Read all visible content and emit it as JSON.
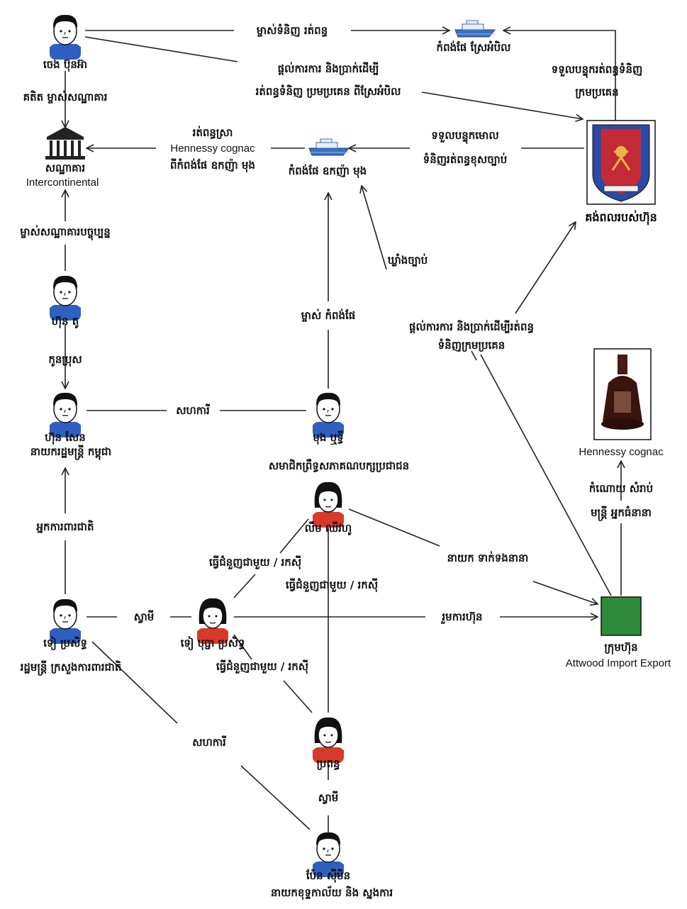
{
  "colors": {
    "male": "#2f5fc0",
    "female": "#d63a2a",
    "company": "#2e8b3a",
    "line": "#222222",
    "ship": "#3a6fc4",
    "shield_blue": "#2b4aa3",
    "shield_red": "#c42a36"
  },
  "nodes": {
    "person_top": {
      "name": "ចេង ប៊ុនអ៊ា",
      "icon": "male-person-icon"
    },
    "ship_top": {
      "name": "កំពង់ផែ ស្រែអំបិល",
      "icon": "ship-icon"
    },
    "bank": {
      "name": "សណ្ឋាគារ",
      "name_en": "Intercontinental",
      "icon": "bank-building-icon"
    },
    "ship_mid": {
      "name": "កំពង់ផែ ឧកញ៉ា មុង",
      "icon": "ship-icon"
    },
    "shield": {
      "name": "គង់ពលរបស់ហ៊ុន",
      "icon": "shield-emblem-icon"
    },
    "person_hunto": {
      "name": "ហ៊ុន តូ",
      "icon": "male-person-icon"
    },
    "person_hunsen": {
      "name": "ហ៊ុន សែន",
      "title": "នាយករដ្ឋមន្ត្រី កម្ពុជា",
      "icon": "male-person-icon"
    },
    "person_mong": {
      "name": "មុង ឬទ្ធី",
      "title": "សមាជិកព្រឹទ្ធសភាគណបក្សប្រជាជន",
      "icon": "male-person-icon"
    },
    "person_lim": {
      "name": "លឹម ឈីវហូ",
      "icon": "female-person-icon"
    },
    "person_tea": {
      "name": "ទៀ ប្រសិទ្ធ",
      "title": "រដ្ឋមន្ត្រី ក្រសួងការពារជាតិ",
      "icon": "male-person-icon"
    },
    "person_tea_wife": {
      "name": "ទៀ បុប្ផា ប្រសិទ្ធ",
      "icon": "female-person-icon"
    },
    "person_wife2": {
      "name": "ប្រពន្ធ",
      "icon": "female-person-icon"
    },
    "person_bottom": {
      "name": "ប៉ែន ស៊ីមិន",
      "title": "នាយកខុទ្ទកាល័យ និង ស្នងការ",
      "icon": "male-person-icon"
    },
    "cognac": {
      "name": "Hennessy cognac",
      "icon": "cognac-bottle-icon"
    },
    "company": {
      "name": "ក្រុមហ៊ុន",
      "name_en": "Attwood Import Export",
      "icon": "company-square-icon"
    }
  },
  "edges": {
    "top_to_shiptop": "ម្ចាស់ទំនិញ រត់ពន្ធ",
    "top_to_shield_1": "ផ្តល់ការការ និងប្រាក់ដើម្បី",
    "top_to_shield_2": "រត់ពន្ធទំនិញ ប្រមប្រគេន ពីស្រែអំបិល",
    "shield_to_shiptop_1": "ទទួលបន្ទុករត់ពន្ធទំនិញ",
    "shield_to_shiptop_2": "ក្រមប្រគេន",
    "top_to_bank": "គតិត ម្ចាស់សណ្ឋាគារ",
    "shipmid_to_bank_1": "រត់ពន្ធស្រា",
    "shipmid_to_bank_2": "Hennessy cognac",
    "shipmid_to_bank_3": "ពីកំពង់ផែ ឧកញ៉ា មុង",
    "shield_to_shipmid_1": "ទទួលបន្ទុកមោល",
    "shield_to_shipmid_2": "ទំនិញរត់ពន្ធខុសច្បាប់",
    "hunto_to_bank": "ម្ចាស់សណ្ឋាគារបច្ចុប្បន្ន",
    "company_to_shipmid": "ឃ្លាំងច្បាប់",
    "company_to_shield_1": "ផ្តល់ការការ និងប្រាក់ដើម្បីរត់ពន្ធ",
    "company_to_shield_2": "ទំនិញក្រមប្រគេន",
    "mong_to_shipmid": "ម្ចាស់ កំពង់ផែ",
    "hunto_to_hunsen": "កូនប្រុស",
    "hunsen_mong": "សហការី",
    "tea_to_hunsen": "អ្នកការពារជាតិ",
    "company_to_cognac_1": "កំណោយ សំរាប់",
    "company_to_cognac_2": "មន្ត្រី អ្នកធំនានា",
    "lim_to_company": "នាយក ទាក់ទងនានា",
    "tea_wife_lim": "ធ្វើជំនួញជាមួយ / រកស៊ី",
    "lim_wife2": "ធ្វើជំនួញជាមួយ / រកស៊ី",
    "tea_wife_wife2": "ធ្វើជំនួញជាមួយ / រកស៊ី",
    "tea_teawife": "ស្វាមី",
    "teawife_company": "រួមការហ៊ុន",
    "tea_bottom": "សហការី",
    "wife2_bottom": "ស្វាមី"
  }
}
